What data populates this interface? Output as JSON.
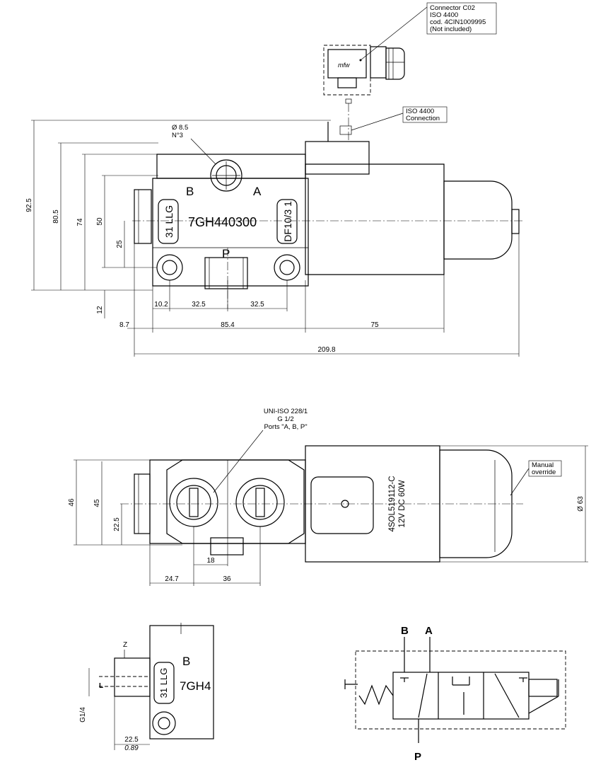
{
  "connector_note": [
    "Connector C02",
    "ISO 4400",
    "cod. 4CIN1009995",
    "(Not included)"
  ],
  "iso_connection_note": [
    "ISO 4400",
    "Connection"
  ],
  "hole_note": [
    "Ø 8.5",
    "N°3"
  ],
  "port_letters": {
    "b": "B",
    "a": "A",
    "p": "P"
  },
  "body_labels": {
    "left": "31 LLG",
    "center": "7GH440300",
    "right": "DF10/3 1",
    "partial_center": "7GH4"
  },
  "side_view_dims": {
    "height_total": "92.5",
    "height_2": "80.5",
    "height_3": "74",
    "height_4": "50",
    "height_5": "25",
    "height_6": "12",
    "x_1": "10.2",
    "x_2": "32.5",
    "x_3": "32.5",
    "x_4": "8.7",
    "x_5": "85.4",
    "x_6": "75",
    "x_total": "209.8"
  },
  "port_note": [
    "UNI-ISO 228/1",
    "G 1/2",
    "Ports \"A, B, P\""
  ],
  "solenoid_label": [
    "4SOL519112-C",
    "12V DC 60W"
  ],
  "manual_override_note": [
    "Manual",
    "override"
  ],
  "top_view_dims": {
    "h_1": "46",
    "h_2": "45",
    "h_3": "22.5",
    "w_1": "18",
    "w_2": "24.7",
    "w_3": "36",
    "diameter": "Ø 63"
  },
  "detail_dims": {
    "z": "Z",
    "l": "L",
    "thread": "G1/4",
    "w": "22.5",
    "w_italic": "0.89"
  },
  "symbol_labels": {
    "b": "B",
    "a": "A",
    "p": "P"
  }
}
